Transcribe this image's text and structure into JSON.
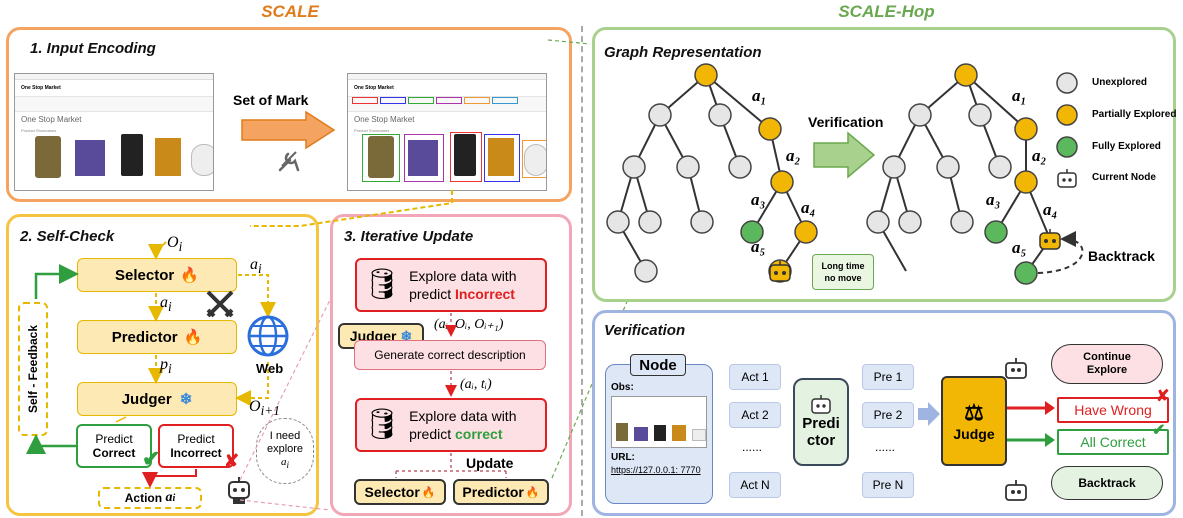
{
  "headers": {
    "left": "SCALE",
    "right": "SCALE-Hop"
  },
  "input_encoding": {
    "title": "1. Input Encoding",
    "arrow_label": "Set of Mark",
    "site_name": "One Stop Market",
    "site_logo": "One Stop Market",
    "products_label": "Product Showcases"
  },
  "self_check": {
    "title": "2. Self-Check",
    "observation": "O",
    "observation_sub": "i",
    "selector": "Selector",
    "predictor": "Predictor",
    "judger": "Judger",
    "action_label": "a",
    "action_sub": "i",
    "prediction_label": "p",
    "prediction_sub": "i",
    "next_obs": "O",
    "next_obs_sub": "i+1",
    "web_label": "Web",
    "self_feedback": "Self - Feedback",
    "predict_correct_line1": "Predict",
    "predict_correct_line2": "Correct",
    "predict_incorrect_line1": "Predict",
    "predict_incorrect_line2": "Incorrect",
    "action_final": "Action ",
    "action_final_var": "a",
    "action_final_sub": "i",
    "thought_line1": "I need",
    "thought_line2": "explore",
    "thought_var": "a",
    "thought_sub": "i"
  },
  "iterative_update": {
    "title": "3. Iterative Update",
    "explore_incorrect_line1": "Explore data with",
    "explore_incorrect_prefix": "predict ",
    "explore_incorrect_word": "Incorrect",
    "judger": "Judger",
    "tuple1": "(a",
    "tuple1_text": "(aᵢ, Oᵢ, Oᵢ₊₁)",
    "generate": "Generate correct description",
    "tuple2_text": "(aᵢ, tᵢ)",
    "explore_correct_line1": "Explore data with",
    "explore_correct_prefix": "predict ",
    "explore_correct_word": "correct",
    "update": "Update",
    "selector": "Selector",
    "predictor": "Predictor"
  },
  "graph": {
    "title": "Graph Representation",
    "verification_label": "Verification",
    "edge_labels": [
      "a₁",
      "a₂",
      "a₃",
      "a₄",
      "a₅"
    ],
    "edge_labels_right": [
      "a₁",
      "a₂",
      "a₃",
      "a₄",
      "a₅"
    ],
    "bubble_line1": "Long time",
    "bubble_line2": "no move",
    "backtrack": "Backtrack",
    "legend": [
      {
        "label": "Unexplored",
        "color": "#e6e6e6"
      },
      {
        "label": "Partially Explored",
        "color": "#f2b705"
      },
      {
        "label": "Fully Explored",
        "color": "#5cb85c"
      },
      {
        "label": "Current Node",
        "icon": "robot-icon"
      }
    ]
  },
  "verification": {
    "title": "Verification",
    "node": "Node",
    "obs": "Obs:",
    "url_label": "URL:",
    "url": "https://127.0.0.1: 7770",
    "acts": [
      "Act 1",
      "Act 2",
      "......",
      "Act N"
    ],
    "predictor_line1": "Predi",
    "predictor_line2": "ctor",
    "pres": [
      "Pre 1",
      "Pre 2",
      "......",
      "Pre N"
    ],
    "judge": "Judge",
    "continue_line1": "Continue",
    "continue_line2": "Explore",
    "have_wrong": "Have Wrong",
    "all_correct": "All Correct",
    "backtrack": "Backtrack"
  },
  "colors": {
    "orange_border": "#f4a460",
    "yellow_border": "#f5c542",
    "pink_border": "#f2a7b8",
    "green_border": "#a9d18e",
    "blue_border": "#9fb4e0",
    "header_orange": "#e07b1a",
    "header_green": "#6aa84f",
    "box_fill": "#fde9b3",
    "red": "#e02020",
    "green": "#2e9e3e"
  }
}
